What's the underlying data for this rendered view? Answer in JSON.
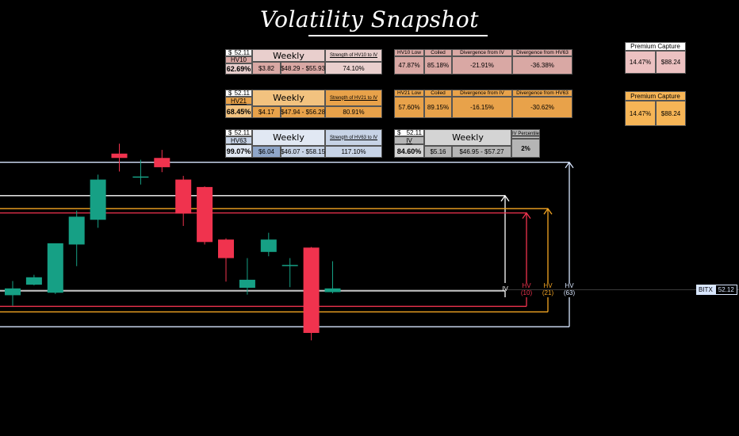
{
  "title": "Volatility Snapshot",
  "colors": {
    "up": "#16a085",
    "down": "#f0334e",
    "iv": "#ffffff",
    "hv10": "#f0334e",
    "hv21": "#f5a623",
    "hv63": "#d8e6ff",
    "hv10_panel": "#d9a8a4",
    "hv10_panel_light": "#e9cfcd",
    "hv21_panel": "#e8a24a",
    "hv21_panel_light": "#f2c27f",
    "hv63_panel": "#c7d3e6",
    "iv_panel": "#b5b5b5"
  },
  "ticker": {
    "symbol": "BITX",
    "price": "52.12"
  },
  "band_labels": {
    "iv": "IV",
    "hv10_a": "HV",
    "hv10_b": "(10)",
    "hv21_a": "HV",
    "hv21_b": "(21)",
    "hv63_a": "HV",
    "hv63_b": "(63)"
  },
  "hv10_panel": {
    "price_symbol": "$",
    "price": "52.11",
    "label": "HV10",
    "value": "62.69%",
    "weekly_title": "Weekly",
    "move": "$3.82",
    "range": "$48.29 - $55.93",
    "strength_title": "Strength of HV10 to IV",
    "strength_value": "74.10%"
  },
  "hv10_div": {
    "low_title": "HV10 Low",
    "coiled_title": "Coiled",
    "div_iv_title": "Divergence from IV",
    "div_hv63_title": "Divergence from HV63",
    "low": "47.87%",
    "coiled": "85.18%",
    "div_iv": "-21.91%",
    "div_hv63": "-36.38%"
  },
  "hv21_panel": {
    "price_symbol": "$",
    "price": "52.11",
    "label": "HV21",
    "value": "68.45%",
    "weekly_title": "Weekly",
    "move": "$4.17",
    "range": "$47.94 - $56.28",
    "strength_title": "Strength of HV21 to IV",
    "strength_value": "80.91%"
  },
  "hv21_div": {
    "low_title": "HV21 Low",
    "coiled_title": "Coiled",
    "div_iv_title": "Divergence from IV",
    "div_hv63_title": "Divergence from HV63",
    "low": "57.60%",
    "coiled": "89.15%",
    "div_iv": "-16.15%",
    "div_hv63": "-30.62%"
  },
  "hv63_panel": {
    "price_symbol": "$",
    "price": "52.11",
    "label": "HV63",
    "value": "99.07%",
    "weekly_title": "Weekly",
    "move": "$6.04",
    "range": "$46.07 - $58.15",
    "strength_title": "Strength of HV63 to IV",
    "strength_value": "117.10%"
  },
  "iv_panel": {
    "price_symbol": "$",
    "price": "52.11",
    "label": "IV",
    "value": "84.60%",
    "weekly_title": "Weekly",
    "move": "$5.16",
    "range": "$46.95 - $57.27",
    "percentile_title": "IV Percentile",
    "percentile_value": "2%"
  },
  "premium_1": {
    "title": "Premium Capture",
    "pct": "14.47%",
    "amount": "$88.24"
  },
  "premium_2": {
    "title": "Premium Capture",
    "pct": "14.47%",
    "amount": "$88.24"
  },
  "chart_data": {
    "type": "candlestick",
    "last_price": 52.12,
    "candles": [
      {
        "open": 51.3,
        "high": 53.6,
        "low": 49.6,
        "close": 52.4
      },
      {
        "open": 53.0,
        "high": 54.6,
        "low": 52.9,
        "close": 54.2
      },
      {
        "open": 51.7,
        "high": 58.2,
        "low": 51.5,
        "close": 59.7
      },
      {
        "open": 59.5,
        "high": 65.0,
        "low": 56.0,
        "close": 64.0
      },
      {
        "open": 63.5,
        "high": 70.8,
        "low": 62.2,
        "close": 70.0
      },
      {
        "open": 74.2,
        "high": 75.8,
        "low": 71.3,
        "close": 73.5
      },
      {
        "open": 70.5,
        "high": 73.2,
        "low": 69.2,
        "close": 70.5
      },
      {
        "open": 73.5,
        "high": 74.8,
        "low": 71.2,
        "close": 72.0
      },
      {
        "open": 70.0,
        "high": 70.6,
        "low": 62.5,
        "close": 64.5
      },
      {
        "open": 68.8,
        "high": 68.9,
        "low": 59.5,
        "close": 59.9
      },
      {
        "open": 60.3,
        "high": 60.5,
        "low": 53.5,
        "close": 57.3
      },
      {
        "open": 52.5,
        "high": 57.3,
        "low": 51.4,
        "close": 53.8
      },
      {
        "open": 58.3,
        "high": 61.4,
        "low": 57.6,
        "close": 60.3
      },
      {
        "open": 56.2,
        "high": 57.3,
        "low": 52.6,
        "close": 56.2
      },
      {
        "open": 59.0,
        "high": 59.1,
        "low": 44.0,
        "close": 45.2
      },
      {
        "open": 51.8,
        "high": 56.8,
        "low": 51.6,
        "close": 52.4
      }
    ],
    "bands": [
      {
        "name": "IV",
        "upper": 67.4,
        "lower": 52.0
      },
      {
        "name": "HV10",
        "upper": 64.6,
        "lower": 49.5
      },
      {
        "name": "HV21",
        "upper": 65.3,
        "lower": 48.6
      },
      {
        "name": "HV63",
        "upper": 72.8,
        "lower": 46.2
      }
    ]
  }
}
